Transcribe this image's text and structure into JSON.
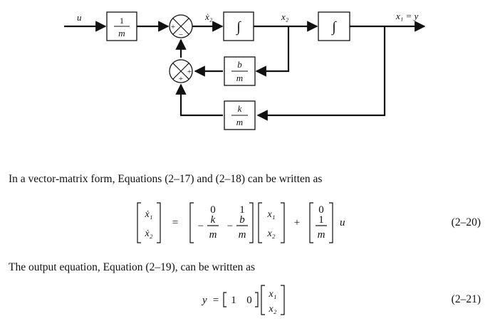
{
  "diagram": {
    "input_label": "u",
    "gain_numerator": "1",
    "gain_denominator": "m",
    "sum1_signs": [
      "+",
      "−"
    ],
    "x2dot_label": "ẋ₂",
    "integrator_symbol": "∫",
    "x2_label": "x₂",
    "output_label": "x₁ = y",
    "damping_numerator": "b",
    "damping_denominator": "m",
    "sum2_signs": [
      "+",
      "+"
    ],
    "spring_numerator": "k",
    "spring_denominator": "m"
  },
  "text": {
    "paragraph1": "In a vector-matrix form, Equations (2–17) and (2–18) can be written as",
    "paragraph2": "The output equation, Equation (2–19), can be written as"
  },
  "equations": {
    "eq20": {
      "number": "(2–20)",
      "lhs": [
        "ẋ₁",
        "ẋ₂"
      ],
      "A": {
        "r1c1": "0",
        "r1c2": "1",
        "r2c1_num": "k",
        "r2c2_num": "b",
        "den": "m",
        "minus": "−"
      },
      "x": [
        "x₁",
        "x₂"
      ],
      "B": {
        "r1": "0",
        "r2_num": "1",
        "r2_den": "m"
      },
      "u": "u",
      "eq": "=",
      "plus": "+"
    },
    "eq21": {
      "number": "(2–21)",
      "lhs": "y",
      "eq": "=",
      "C": [
        "1",
        "0"
      ],
      "x": [
        "x₁",
        "x₂"
      ]
    }
  }
}
